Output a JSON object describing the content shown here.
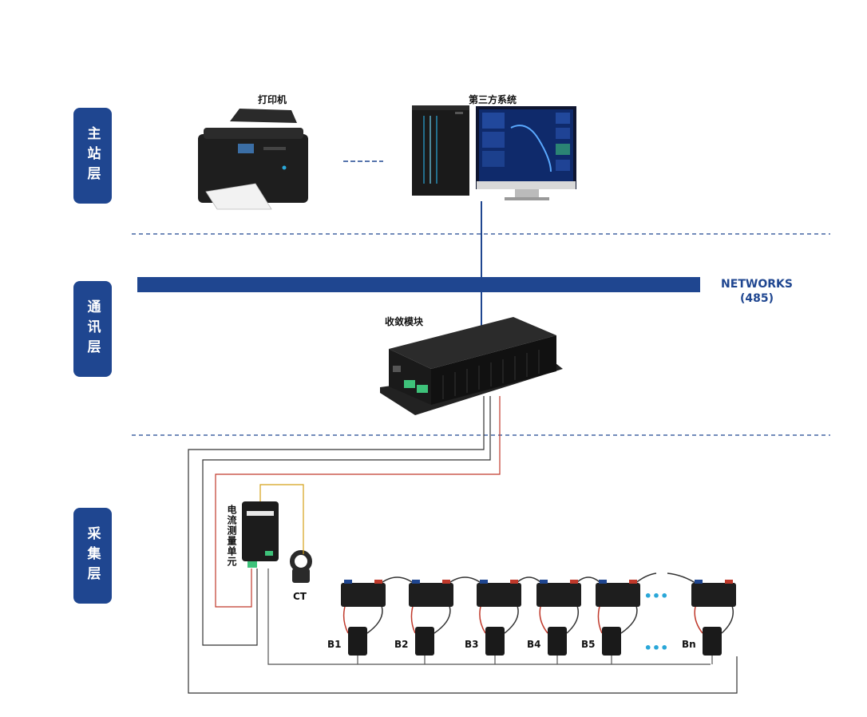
{
  "layers": {
    "master": "主站层",
    "comm": "通讯层",
    "collect": "采集层"
  },
  "devices": {
    "printer": "打印机",
    "third_party": "第三方系统",
    "converge": "收敛模块",
    "current_unit": "电流测量单元",
    "ct": "CT"
  },
  "network": {
    "name": "NETWORKS",
    "protocol": "(485)"
  },
  "batteries": [
    "B1",
    "B2",
    "B3",
    "B4",
    "B5",
    "Bn"
  ],
  "ellipsis": "•••",
  "colors": {
    "primary": "#1f4690",
    "wire_dark": "#333333",
    "wire_red": "#c0392b",
    "wire_yellow": "#d4a017",
    "dots": "#2aa7d8"
  }
}
